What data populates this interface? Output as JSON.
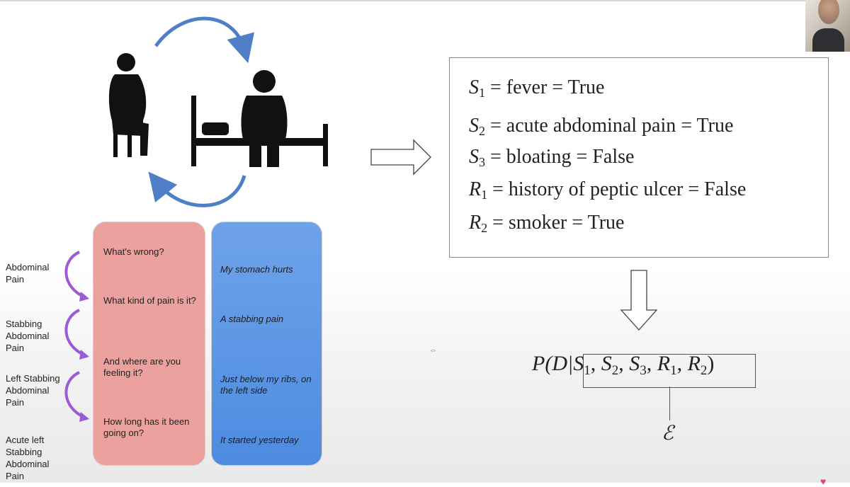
{
  "dialogue": {
    "questions": [
      "What's wrong?",
      "What kind of pain is it?",
      "And where are you feeling it?",
      "How long has it been going on?"
    ],
    "answers": [
      "My stomach hurts",
      "A stabbing pain",
      "Just below my ribs, on the left side",
      "It started yesterday"
    ],
    "labels": [
      "Abdominal Pain",
      "Stabbing Abdominal Pain",
      "Left Stabbing Abdominal Pain",
      "Acute left Stabbing Abdominal Pain"
    ]
  },
  "equations": [
    {
      "sym": "S",
      "sub": "1",
      "rest": "= fever = True"
    },
    {
      "sym": "S",
      "sub": "2",
      "rest": "= acute abdominal pain = True"
    },
    {
      "sym": "S",
      "sub": "3",
      "rest": "= bloating = False"
    },
    {
      "sym": "R",
      "sub": "1",
      "rest": "= history of peptic ulcer = False"
    },
    {
      "sym": "R",
      "sub": "2",
      "rest": "= smoker = True"
    }
  ],
  "formula": {
    "prefix": "P(D|",
    "terms": [
      [
        "S",
        "1"
      ],
      [
        "S",
        "2"
      ],
      [
        "S",
        "3"
      ],
      [
        "R",
        "1"
      ],
      [
        "R",
        "2"
      ]
    ],
    "suffix": ")",
    "evidence": "ℰ"
  },
  "colors": {
    "arrow": "#4f7fc6",
    "curve": "#9b5bd6",
    "question_box": "#eba19d",
    "answer_box": "#5b95e5"
  },
  "icons": [
    "thinking-person-icon",
    "patient-on-bed-icon",
    "cycle-arrow-icon",
    "right-arrow-icon",
    "down-arrow-icon"
  ]
}
